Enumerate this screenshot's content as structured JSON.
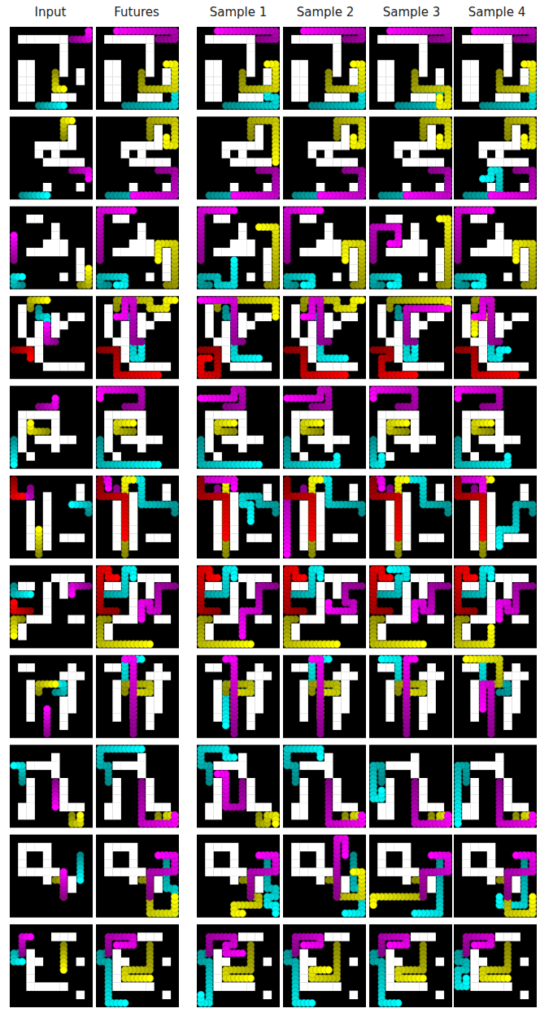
{
  "diagram": {
    "labels": [
      "Input",
      "Futures",
      "Sample 1",
      "Sample 2",
      "Sample 3",
      "Sample 4"
    ]
  }
}
